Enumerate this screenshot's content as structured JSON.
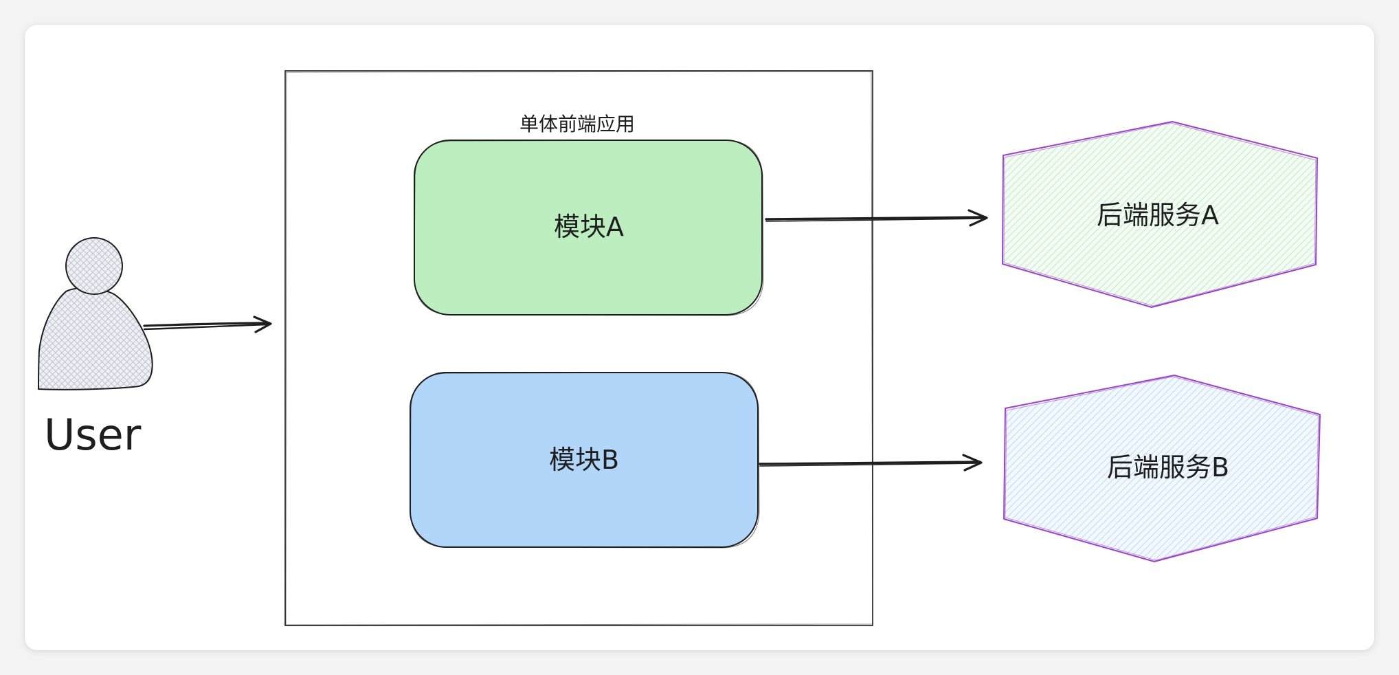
{
  "diagram": {
    "user": {
      "label": "User"
    },
    "container": {
      "title": "单体前端应用"
    },
    "modules": [
      {
        "label": "模块A",
        "fill": "#bdeec0"
      },
      {
        "label": "模块B",
        "fill": "#b2d6fa"
      }
    ],
    "services": [
      {
        "label": "后端服务A",
        "fill": "#d9f3da",
        "stroke": "#9b44c4"
      },
      {
        "label": "后端服务B",
        "fill": "#d3e6f8",
        "stroke": "#9b44c4"
      }
    ],
    "colors": {
      "stroke": "#1e1e1e",
      "user_fill": "#e4e7ed",
      "background": "#ffffff"
    }
  }
}
